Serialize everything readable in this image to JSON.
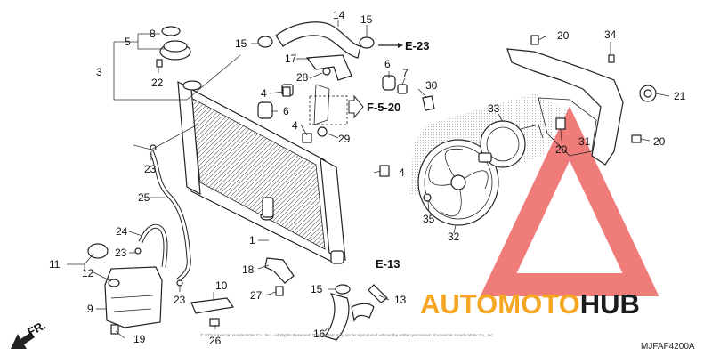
{
  "labels": {
    "l1": "1",
    "l3": "3",
    "l4a": "4",
    "l4b": "4",
    "l4c": "4",
    "l5": "5",
    "l6a": "6",
    "l6b": "6",
    "l7": "7",
    "l8": "8",
    "l9": "9",
    "l10": "10",
    "l11": "11",
    "l12": "12",
    "l13": "13",
    "l14": "14",
    "l15a": "15",
    "l15b": "15",
    "l15c": "15",
    "l16": "16",
    "l17": "17",
    "l18": "18",
    "l19": "19",
    "l20a": "20",
    "l20b": "20",
    "l20c": "20",
    "l21": "21",
    "l22": "22",
    "l23a": "23",
    "l23b": "23",
    "l23c": "23",
    "l24": "24",
    "l25": "25",
    "l26": "26",
    "l27": "27",
    "l28": "28",
    "l29": "29",
    "l30": "30",
    "l31": "31",
    "l32": "32",
    "l33": "33",
    "l34": "34",
    "l35": "35"
  },
  "refs": {
    "e23": "E-23",
    "f520": "F-5-20",
    "e13": "E-13"
  },
  "front_marker": "FR.",
  "diagram_code": "MJFAF4200A",
  "copyright": "© 2021 American Honda Motor Co., Inc. - All Rights Reserved. This diagram may not be reproduced without the written permission of American Honda Motor Co., Inc.",
  "watermark": {
    "prefix": "AUTOMOTO",
    "suffix": "HUB",
    "prefix_color": "#f5a623",
    "suffix_color": "#1c1c1c",
    "logo_color": "#e8322f"
  }
}
